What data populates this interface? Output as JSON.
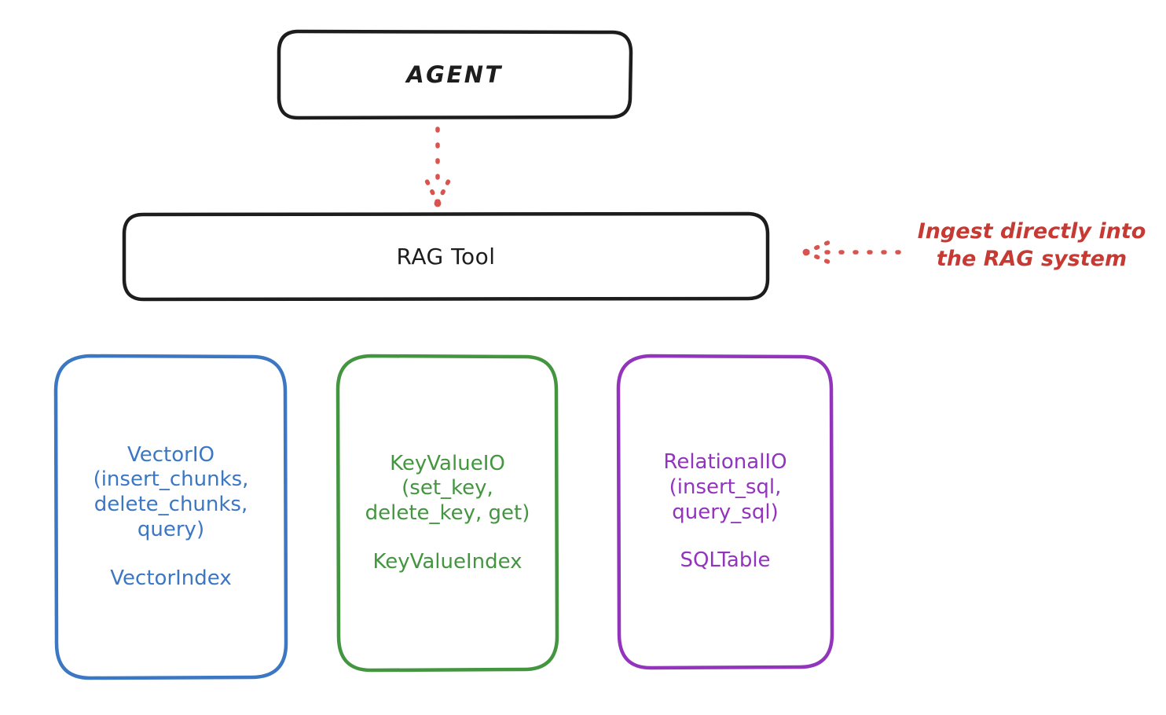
{
  "diagram": {
    "title_implicit": "RAG Tool architecture",
    "background_color": "#ffffff",
    "nodes": {
      "agent": {
        "label": "AGENT",
        "border_color": "#1d1d1d",
        "text_color": "#1d1d1d"
      },
      "rag_tool": {
        "label": "RAG Tool",
        "border_color": "#1d1d1d",
        "text_color": "#1d1d1d"
      },
      "vector_io": {
        "title": "VectorIO\n(insert_chunks,\ndelete_chunks,\nquery)",
        "subtitle": "VectorIndex",
        "border_color": "#3b77c2",
        "text_color": "#3b77c2"
      },
      "key_value_io": {
        "title": "KeyValueIO\n(set_key,\ndelete_key, get)",
        "subtitle": "KeyValueIndex",
        "border_color": "#43963f",
        "text_color": "#43963f"
      },
      "relational_io": {
        "title": "RelationalIO\n(insert_sql,\nquery_sql)",
        "subtitle": "SQLTable",
        "border_color": "#9334bd",
        "text_color": "#9334bd"
      }
    },
    "annotations": {
      "ingest": {
        "text": "Ingest directly into\nthe RAG system",
        "color": "#c73a34"
      }
    },
    "connectors": {
      "agent_to_rag": {
        "style": "dotted",
        "color": "#d9534f",
        "direction": "down",
        "icon": "dotted-arrow-down-icon"
      },
      "ingest_to_rag": {
        "style": "dotted",
        "color": "#d9534f",
        "direction": "left",
        "icon": "dotted-arrow-left-icon"
      }
    }
  }
}
